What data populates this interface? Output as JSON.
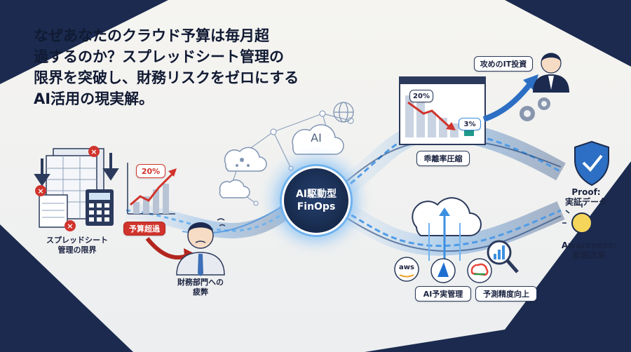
{
  "headline": {
    "line1": "なぜあなたのクラウド予算は毎月超",
    "line2": "過するのか？スプレッドシート管理の",
    "line3": "限界を突破し、財務リスクをゼロにする",
    "line4": "AI活用の現実解。"
  },
  "left": {
    "spreadsheet_label_1": "スプレッドシート",
    "spreadsheet_label_2": "管理の限界",
    "chart_percent": "20%",
    "overrun_tag": "予算超過",
    "finance_label_1": "財務部門への",
    "finance_label_2": "疲弊"
  },
  "center": {
    "ai_cloud_text": "AI",
    "hub_line1": "AI駆動型",
    "hub_line2": "FinOps"
  },
  "top_right": {
    "dashboard_start": "20%",
    "dashboard_end": "3%",
    "dashboard_label": "乖離率圧縮",
    "invest_label": "攻めのIT投資"
  },
  "bottom_right": {
    "aws_text": "aws",
    "budget_label": "AI予実管理",
    "forecast_label": "予測精度向上"
  },
  "far_right": {
    "proof_1": "Proof:",
    "proof_2": "実証データ",
    "awareness_1": "Awareness:",
    "awareness_2": "意識改革"
  },
  "colors": {
    "navy": "#1b2a4e",
    "accent_red": "#d0342c",
    "stream_blue": "#3d8fe0",
    "highlight_blue": "#6fb2ee"
  }
}
